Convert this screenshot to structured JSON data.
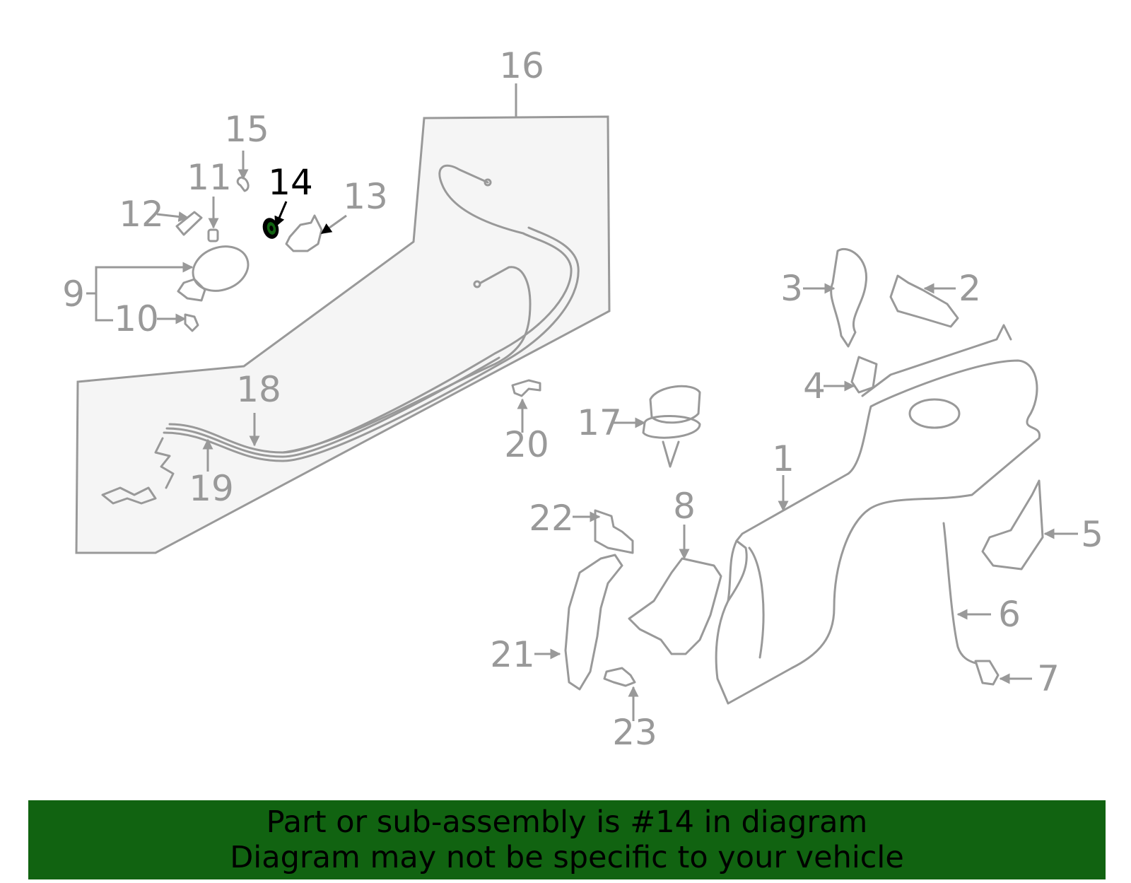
{
  "callouts": {
    "c1": "1",
    "c2": "2",
    "c3": "3",
    "c4": "4",
    "c5": "5",
    "c6": "6",
    "c7": "7",
    "c8": "8",
    "c9": "9",
    "c10": "10",
    "c11": "11",
    "c12": "12",
    "c13": "13",
    "c14": "14",
    "c15": "15",
    "c16": "16",
    "c17": "17",
    "c18": "18",
    "c19": "19",
    "c20": "20",
    "c21": "21",
    "c22": "22",
    "c23": "23"
  },
  "highlight": {
    "part_number": "14",
    "color": "#116311"
  },
  "banner": {
    "line1": "Part or sub-assembly is #14 in diagram",
    "line2": "Diagram may not be specific to your vehicle",
    "background": "#116311"
  },
  "colors": {
    "outline": "#999999",
    "panel_fill": "#f5f5f5",
    "highlight_text": "#000000"
  }
}
